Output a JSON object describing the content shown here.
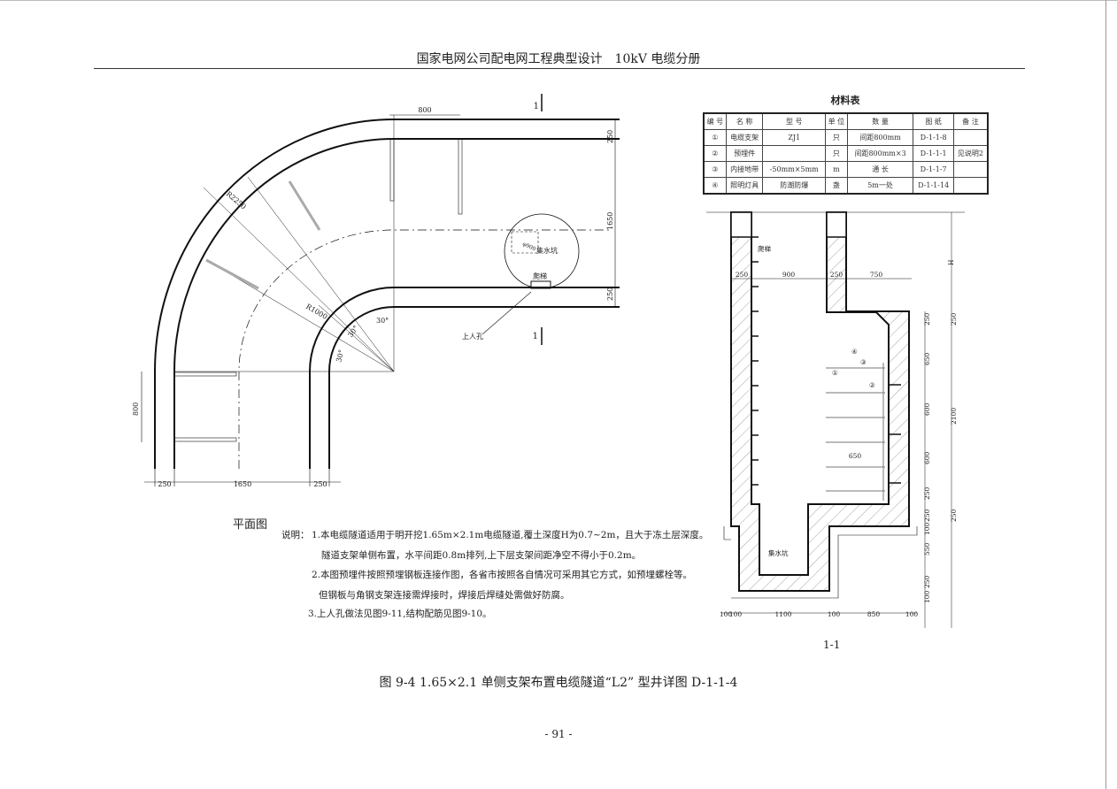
{
  "header": {
    "title": "国家电网公司配电网工程典型设计　10kV 电缆分册"
  },
  "material_table": {
    "title": "材料表",
    "headers": [
      "编 号",
      "名 称",
      "型 号",
      "单 位",
      "数 量",
      "图 纸",
      "备 注"
    ],
    "rows": [
      [
        "①",
        "电缆支架",
        "ZJ1",
        "只",
        "间距800mm",
        "D-1-1-8",
        ""
      ],
      [
        "②",
        "预埋件",
        "",
        "只",
        "间距800mm×3",
        "D-1-1-1",
        "见说明2"
      ],
      [
        "③",
        "内接地带",
        "-50mm×5mm",
        "m",
        "通 长",
        "D-1-1-7",
        ""
      ],
      [
        "④",
        "照明灯具",
        "防潮防爆",
        "盏",
        "5m一处",
        "D-1-1-14",
        ""
      ]
    ]
  },
  "plan": {
    "label": "平面图",
    "section_mark": "1",
    "dims": {
      "top": "800",
      "right_250a": "250",
      "right_1650": "1650",
      "right_250b": "250",
      "left_800": "800",
      "bottom_250a": "250",
      "bottom_1650": "1650",
      "bottom_250b": "250"
    },
    "radius_outer": "R2250",
    "radius_inner": "R1000",
    "angle": "30°",
    "sump": "集水坑",
    "sump_size": "φ900",
    "ladder": "爬梯",
    "manhole": "上人孔"
  },
  "section": {
    "label": "1-1",
    "ladder": "爬梯",
    "sump": "集水坑",
    "depth": "H",
    "dims_top": [
      "250",
      "900",
      "250",
      "750"
    ],
    "dims_bottom": [
      "100",
      "100",
      "1100",
      "100",
      "850",
      "100"
    ],
    "dims_right_inner": [
      "250",
      "650",
      "600",
      "600",
      "250",
      "250",
      "100",
      "550",
      "250",
      "100"
    ],
    "dims_right_outer": [
      "250",
      "2100",
      "250"
    ],
    "bracket_width": "650",
    "callouts": [
      "①",
      "②",
      "③",
      "④"
    ]
  },
  "notes": {
    "title": "说明：",
    "lines": [
      "1.本电缆隧道适用于明开挖1.65m×2.1m电缆隧道,覆土深度H为0.7~2m，且大于冻土层深度。",
      "隧道支架单侧布置，水平间距0.8m排列,上下层支架间距净空不得小于0.2m。",
      "2.本图预埋件按照预埋钢板连接作图，各省市按照各自情况可采用其它方式，如预埋螺栓等。",
      "但钢板与角钢支架连接需焊接时，焊接后焊缝处需做好防腐。",
      "3.上人孔做法见图9-11,结构配筋见图9-10。"
    ]
  },
  "caption": "图 9-4 1.65×2.1 单侧支架布置电缆隧道“L2” 型井详图 D-1-1-4",
  "page_number": "- 91 -"
}
